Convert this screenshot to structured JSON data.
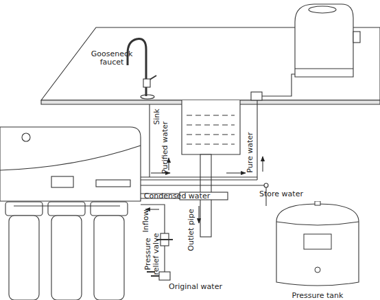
{
  "diagram": {
    "nodes": [
      {
        "text": [
          "Pressure tank"
        ]
      }
    ],
    "labels": [
      "Gooseneck faucet",
      "Sink",
      "Purified water",
      "Pure water",
      "Condensed water",
      "Store water",
      "Inflow",
      "Outlet pipe",
      "Pressure relief valve",
      "Original water"
    ]
  }
}
